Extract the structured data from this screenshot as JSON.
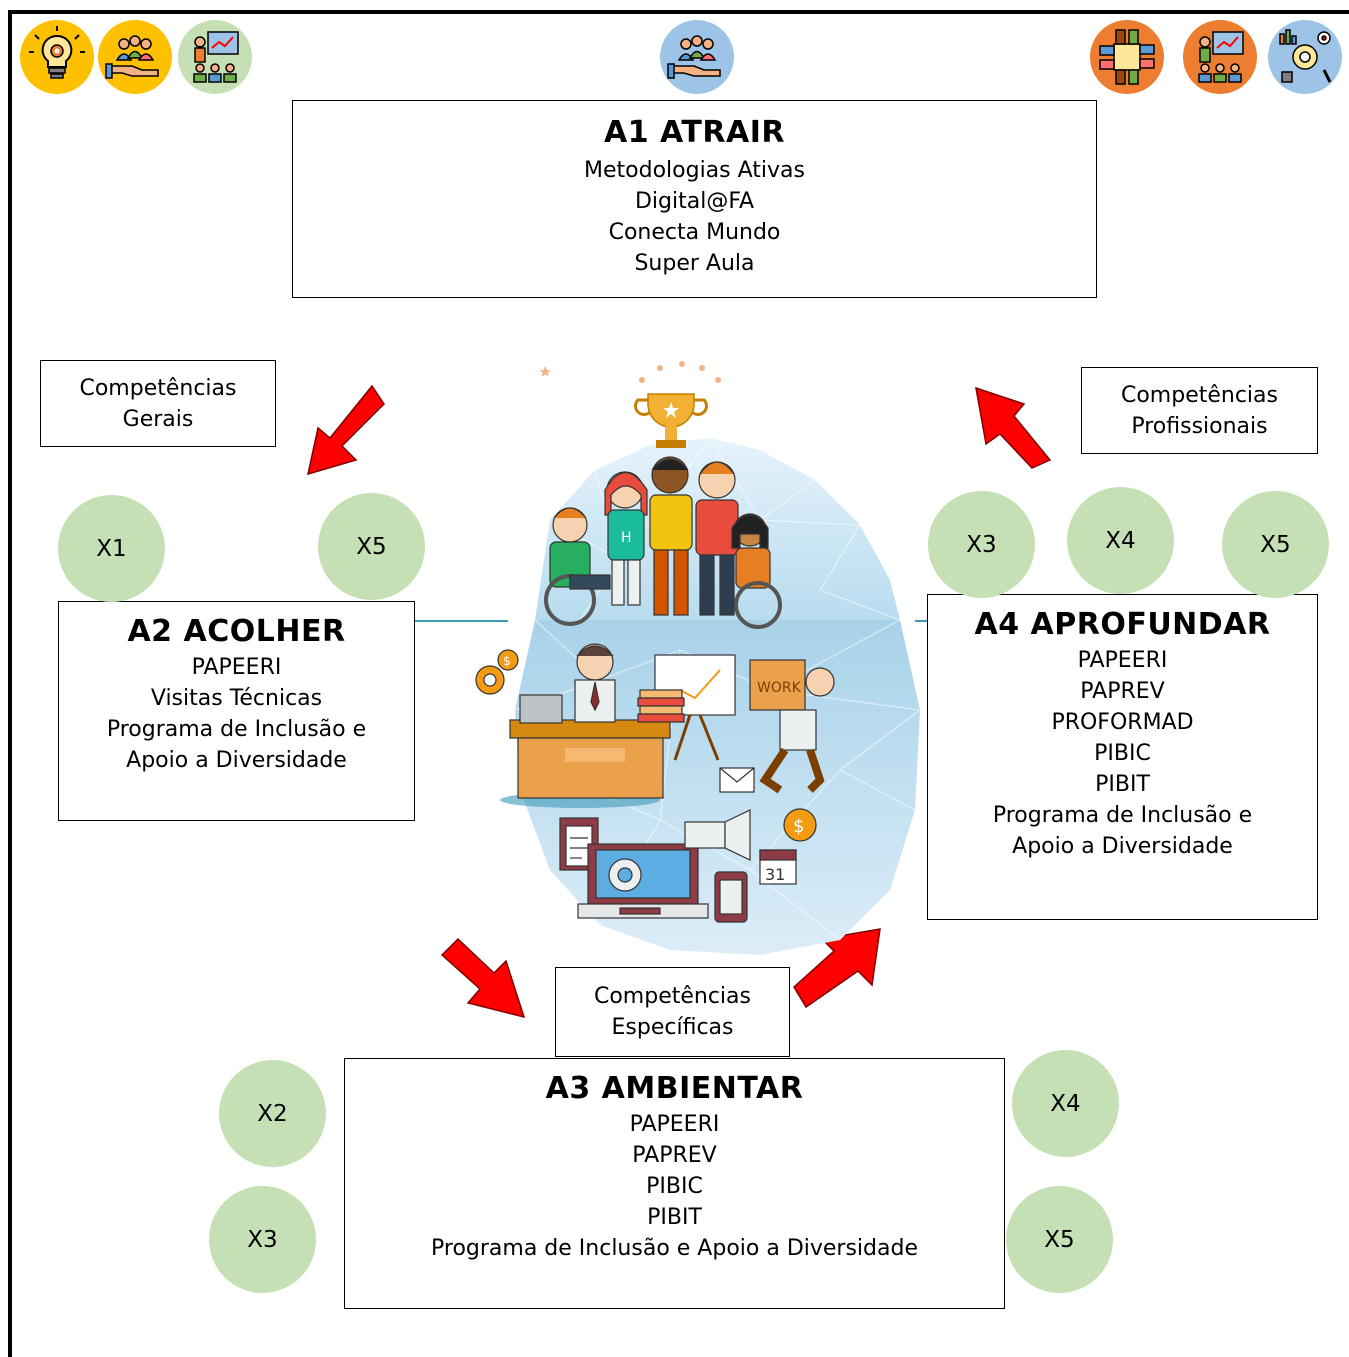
{
  "colors": {
    "x_circle": "#c5e0b4",
    "arrow": "#ff0000",
    "icon_yellow": "#ffc000",
    "icon_green": "#c5e0b4",
    "icon_blue": "#9dc3e6",
    "icon_orange": "#ed7d31"
  },
  "top_icons_left": [
    {
      "icon": "lightbulb-gear-icon",
      "color": "#ffc000"
    },
    {
      "icon": "team-hand-icon",
      "color": "#ffc000"
    },
    {
      "icon": "presentation-icon",
      "color": "#c5e0b4"
    }
  ],
  "top_icon_center": {
    "icon": "team-hand-icon",
    "color": "#9dc3e6"
  },
  "top_icons_right": [
    {
      "icon": "collaboration-hands-icon",
      "color": "#ed7d31"
    },
    {
      "icon": "presentation-icon",
      "color": "#ed7d31"
    },
    {
      "icon": "strategy-gear-icon",
      "color": "#9dc3e6"
    }
  ],
  "a1": {
    "title": "A1 ATRAIR",
    "items": [
      "Metodologias Ativas",
      "Digital@FA",
      "Conecta Mundo",
      "Super Aula"
    ]
  },
  "a2": {
    "title": "A2 ACOLHER",
    "items": [
      "PAPEERI",
      "Visitas Técnicas",
      "Programa de Inclusão e",
      "Apoio a Diversidade"
    ]
  },
  "a3": {
    "title": "A3 AMBIENTAR",
    "items": [
      "PAPEERI",
      "PAPREV",
      "PIBIC",
      "PIBIT",
      "Programa de Inclusão e Apoio a Diversidade"
    ]
  },
  "a4": {
    "title": "A4 APROFUNDAR",
    "items": [
      "PAPEERI",
      "PAPREV",
      "PROFORMAD",
      "PIBIC",
      "PIBIT",
      "Programa de Inclusão e",
      "Apoio a Diversidade"
    ]
  },
  "competencias": {
    "gerais": [
      "Competências",
      "Gerais"
    ],
    "profissionais": [
      "Competências",
      "Profissionais"
    ],
    "especificas": [
      "Competências",
      "Específicas"
    ]
  },
  "x_markers": {
    "a2_left": "X1",
    "a2_right": "X5",
    "a4_1": "X3",
    "a4_2": "X4",
    "a4_3": "X5",
    "a3_top_left": "X2",
    "a3_bottom_left": "X3",
    "a3_top_right": "X4",
    "a3_bottom_right": "X5"
  },
  "illustration": {
    "sign_text": "WORK",
    "calendar_day": "31",
    "coin_symbol": "$"
  }
}
